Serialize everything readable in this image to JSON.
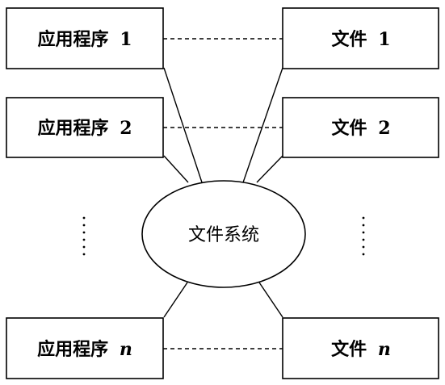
{
  "apps": [
    {
      "label": "应用程序",
      "index": "1"
    },
    {
      "label": "应用程序",
      "index": "2"
    },
    {
      "label": "应用程序",
      "index": "n"
    }
  ],
  "files": [
    {
      "label": "文件",
      "index": "1"
    },
    {
      "label": "文件",
      "index": "2"
    },
    {
      "label": "文件",
      "index": "n"
    }
  ],
  "center": {
    "label": "文件系统"
  },
  "colors": {
    "stroke": "#000000",
    "background": "#ffffff"
  }
}
